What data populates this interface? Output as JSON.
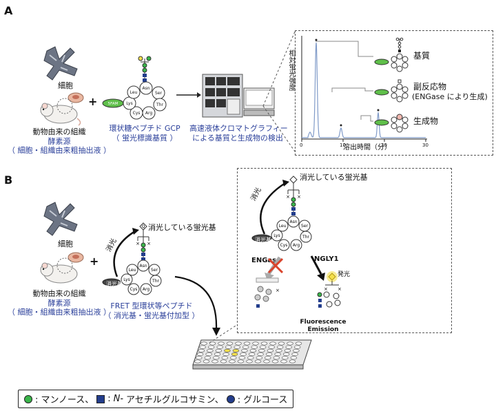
{
  "panelA": {
    "letter": "A",
    "cells_label": "細胞",
    "tissue_label": "動物由来の組織",
    "enzyme_label": "酵素源",
    "enzyme_sub": "（ 細胞・組織由来粗抽出液 ）",
    "plus": "+",
    "gcp_title": "環状糖ペプチド GCP",
    "gcp_sub": "（ 蛍光標識基質 ）",
    "fam_tag": "5FAM",
    "hplc_line1": "高速液体クロマトグラフィー",
    "hplc_line2": "による基質と生成物の検出",
    "ylabel": "相対蛍光強度",
    "xlabel": "溶出時間（分）",
    "xticks": [
      "0",
      "10",
      "20",
      "30"
    ],
    "substrate_label": "基質",
    "byproduct_label": "副反応物",
    "byproduct_sub": "(ENGase により生成)",
    "product_label": "生成物"
  },
  "panelB": {
    "letter": "B",
    "cells_label": "細胞",
    "tissue_label": "動物由来の組織",
    "enzyme_label": "酵素源",
    "enzyme_sub": "（ 細胞・組織由来粗抽出液 ）",
    "plus": "+",
    "quench_label": "消光",
    "quenched_fluor": "消光している蛍光基",
    "quencher": "消光基",
    "fret_title": "FRET 型環状等ペプチド",
    "fret_sub": "（ 消光基・蛍光基付加型 ）",
    "engase": "ENGase",
    "ngly1": "NGLY1",
    "emit_label": "発光",
    "fluor_emission1": "Fluorescence",
    "fluor_emission2": "Emission"
  },
  "amino_acids": [
    "Asn",
    "Ser",
    "Thr",
    "Arg",
    "Cys",
    "Lys",
    "Leu"
  ],
  "legend": {
    "mannose": ": マンノース、",
    "glcnac_prefix": ": ",
    "glcnac_italic": "N-",
    "glcnac_rest": " アセチルグルコサミン、",
    "glucose": ": グルコース"
  },
  "colors": {
    "mannose": "#3ab54a",
    "glcnac": "#233d8c",
    "glucose": "#233d8c",
    "text_blue": "#2a3f9a",
    "trace": "#7f9ac8",
    "fam": "#5fbf4a",
    "red_x": "#d9432b",
    "yellow": "#f4e04d"
  },
  "chromatogram": {
    "xrange": [
      0,
      30
    ],
    "peaks_min": [
      3.5,
      9.5,
      18.5
    ]
  }
}
